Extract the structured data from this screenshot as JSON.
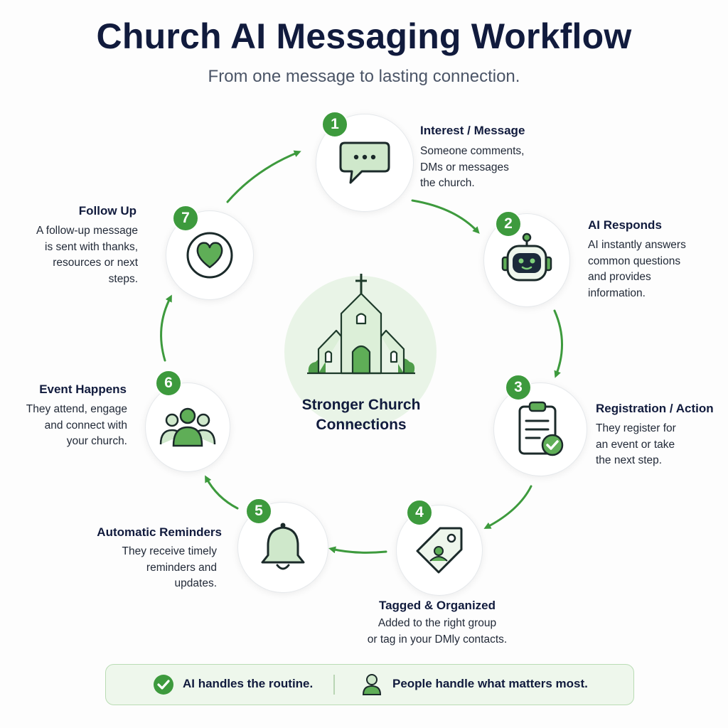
{
  "header": {
    "title": "Church AI Messaging Workflow",
    "subtitle": "From one message to lasting connection."
  },
  "center": {
    "label": "Stronger Church\nConnections",
    "icon": "church-icon"
  },
  "steps": [
    {
      "number": "1",
      "title": "Interest / Message",
      "desc": "Someone comments,\nDMs or messages\nthe church.",
      "icon": "chat-bubble-icon"
    },
    {
      "number": "2",
      "title": "AI Responds",
      "desc": "AI instantly answers\ncommon questions\nand provides\ninformation.",
      "icon": "robot-icon"
    },
    {
      "number": "3",
      "title": "Registration / Action",
      "desc": "They register for\nan event or take\nthe next step.",
      "icon": "clipboard-check-icon"
    },
    {
      "number": "4",
      "title": "Tagged & Organized",
      "desc": "Added to the right group\nor tag in your DMly contacts.",
      "icon": "tag-icon"
    },
    {
      "number": "5",
      "title": "Automatic Reminders",
      "desc": "They receive timely\nreminders and\nupdates.",
      "icon": "bell-icon"
    },
    {
      "number": "6",
      "title": "Event Happens",
      "desc": "They attend, engage\nand connect with\nyour church.",
      "icon": "people-group-icon"
    },
    {
      "number": "7",
      "title": "Follow Up",
      "desc": "A follow-up message\nis sent with thanks,\nresources or next\nsteps.",
      "icon": "heart-icon"
    }
  ],
  "footer": {
    "left_text": "AI handles the routine.",
    "right_text": "People handle what matters most.",
    "left_icon": "check-circle-icon",
    "right_icon": "person-icon"
  },
  "colors": {
    "accent_green": "#3d9a3d",
    "light_green": "#e9f4e7",
    "dark_navy": "#111b3d"
  }
}
